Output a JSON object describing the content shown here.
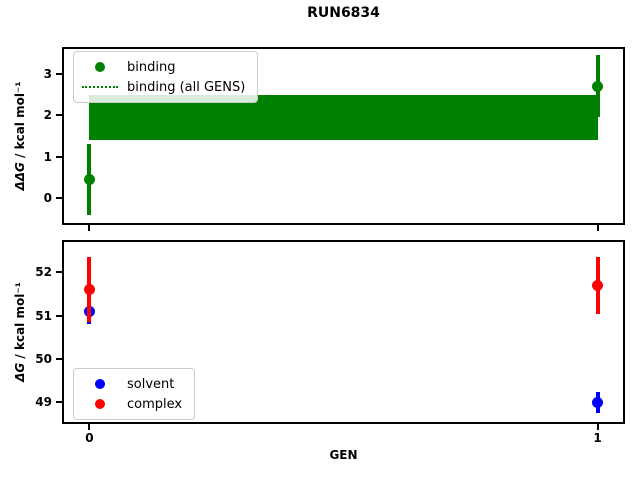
{
  "figure": {
    "title": "RUN6834",
    "background": "#ffffff"
  },
  "chart_data": [
    {
      "type": "scatter",
      "title": "RUN6834",
      "ylabel": "ΔΔG / kcal mol⁻¹",
      "ylabel_math": "ΔΔG",
      "ylabel_rest": " / kcal mol⁻¹",
      "xlabel": "",
      "xlim": [
        -0.05,
        1.05
      ],
      "ylim": [
        -0.6,
        3.6
      ],
      "xticks": [
        0,
        1
      ],
      "show_xticklabels": false,
      "yticks": [
        0,
        1,
        2,
        3
      ],
      "grid": false,
      "legend_position": "upper left",
      "series": [
        {
          "name": "binding",
          "color": "#008000",
          "marker": "circle",
          "x": [
            0,
            1
          ],
          "y": [
            0.45,
            2.7
          ],
          "yerr": [
            0.85,
            0.75
          ]
        },
        {
          "name": "binding (all GENS)",
          "color": "#008000",
          "style": "dotted-band",
          "band_x": [
            0,
            1
          ],
          "band_y": [
            1.4,
            2.5
          ]
        }
      ]
    },
    {
      "type": "scatter",
      "title": "",
      "ylabel": "ΔG / kcal mol⁻¹",
      "ylabel_math": "ΔG",
      "ylabel_rest": " / kcal mol⁻¹",
      "xlabel": "GEN",
      "xlim": [
        -0.05,
        1.05
      ],
      "ylim": [
        48.55,
        52.7
      ],
      "xticks": [
        0,
        1
      ],
      "xticklabels": [
        "0",
        "1"
      ],
      "show_xticklabels": true,
      "yticks": [
        49,
        50,
        51,
        52
      ],
      "grid": false,
      "legend_position": "lower left",
      "series": [
        {
          "name": "solvent",
          "color": "#0000ff",
          "marker": "circle",
          "x": [
            0,
            1
          ],
          "y": [
            51.1,
            49.0
          ],
          "yerr": [
            0.3,
            0.25
          ]
        },
        {
          "name": "complex",
          "color": "#ff0000",
          "marker": "circle",
          "x": [
            0,
            1
          ],
          "y": [
            51.6,
            51.7
          ],
          "yerr": [
            0.75,
            0.65
          ]
        }
      ]
    }
  ]
}
